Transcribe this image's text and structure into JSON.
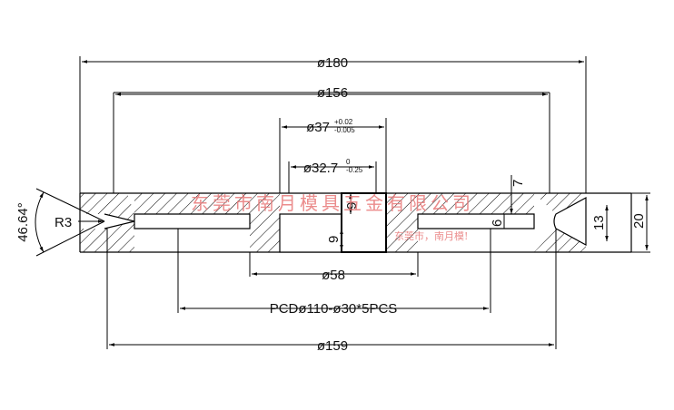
{
  "drawing": {
    "dimensions": {
      "d180": "ø180",
      "d156": "ø156",
      "d37": "ø37",
      "d37_tol_upper": "+0.02",
      "d37_tol_lower": "-0.005",
      "d32_7": "ø32.7",
      "d32_7_tol_upper": "0",
      "d32_7_tol_lower": "-0.25",
      "d58": "ø58",
      "pcd": "PCDø110-ø30*5PCS",
      "d159": "ø159",
      "angle": "46.64°",
      "radius": "R3",
      "depth_9_top": "9",
      "depth_9_bottom": "9",
      "height_7": "7",
      "height_6": "6",
      "height_13": "13",
      "height_20": "20"
    },
    "watermark": {
      "company": "东莞市南月模具五金有限公司",
      "sub": "东莞市，南月模!"
    },
    "colors": {
      "line": "#000000",
      "hatch": "#000000",
      "watermark": "#e87878"
    }
  }
}
